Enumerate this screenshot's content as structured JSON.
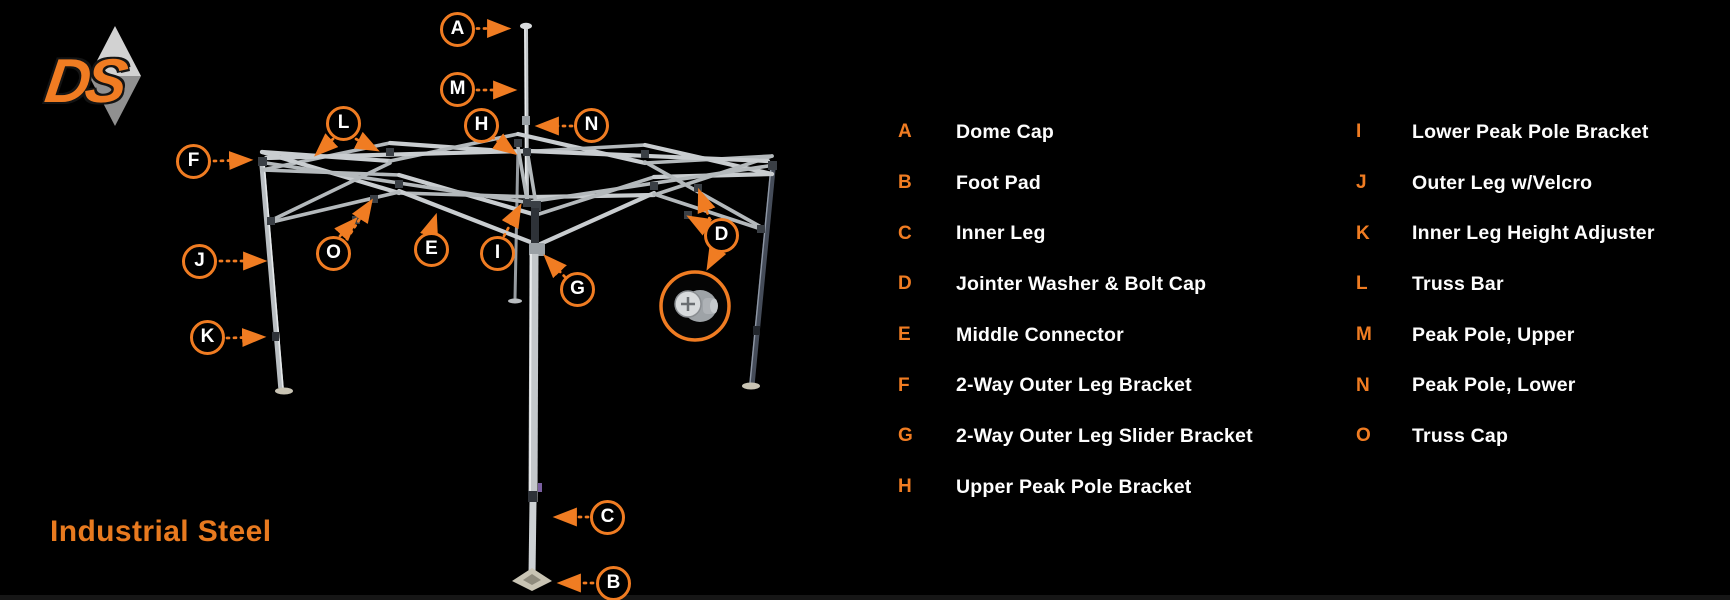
{
  "background": "#000000",
  "accent_orange": "#F07C22",
  "logo": {
    "text": "DS"
  },
  "footer_title": "Industrial Steel",
  "legend": {
    "columns": [
      {
        "items": [
          {
            "letter": "A",
            "label": "Dome Cap"
          },
          {
            "letter": "B",
            "label": "Foot Pad"
          },
          {
            "letter": "C",
            "label": "Inner Leg"
          },
          {
            "letter": "D",
            "label": "Jointer Washer & Bolt Cap"
          },
          {
            "letter": "E",
            "label": "Middle Connector"
          },
          {
            "letter": "F",
            "label": "2-Way Outer Leg Bracket"
          },
          {
            "letter": "G",
            "label": "2-Way Outer Leg Slider Bracket"
          },
          {
            "letter": "H",
            "label": "Upper Peak Pole Bracket"
          }
        ]
      },
      {
        "items": [
          {
            "letter": "I",
            "label": "Lower Peak Pole Bracket"
          },
          {
            "letter": "J",
            "label": "Outer Leg w/Velcro"
          },
          {
            "letter": "K",
            "label": "Inner Leg Height Adjuster"
          },
          {
            "letter": "L",
            "label": "Truss Bar"
          },
          {
            "letter": "M",
            "label": "Peak Pole, Upper"
          },
          {
            "letter": "N",
            "label": "Peak Pole, Lower"
          },
          {
            "letter": "O",
            "label": "Truss Cap"
          }
        ]
      }
    ]
  },
  "diagram": {
    "callouts": [
      {
        "letter": "A"
      },
      {
        "letter": "B"
      },
      {
        "letter": "C"
      },
      {
        "letter": "D"
      },
      {
        "letter": "E"
      },
      {
        "letter": "F"
      },
      {
        "letter": "G"
      },
      {
        "letter": "H"
      },
      {
        "letter": "I"
      },
      {
        "letter": "J"
      },
      {
        "letter": "K"
      },
      {
        "letter": "L"
      },
      {
        "letter": "M"
      },
      {
        "letter": "N"
      },
      {
        "letter": "O"
      }
    ]
  }
}
